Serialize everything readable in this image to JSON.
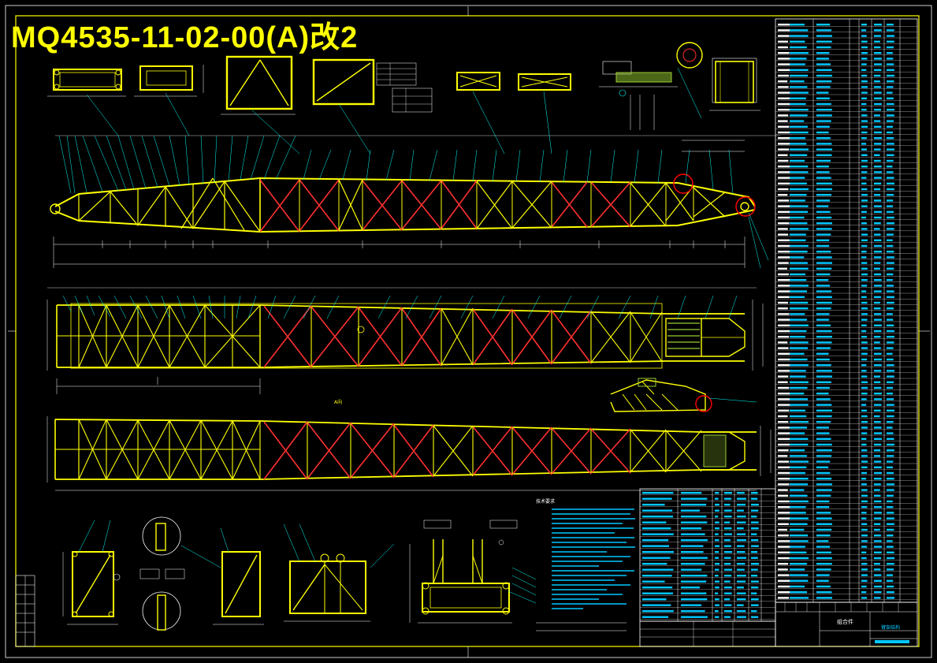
{
  "drawing": {
    "title": "MQ4535-11-02-00(A)改2",
    "title_block": {
      "name_label": "组合件",
      "drawing_name": "臂架结构"
    },
    "view_label": "A向",
    "tech_req_label": "技术要求"
  },
  "colors": {
    "background": "#000000",
    "frame": "#ffff00",
    "structure": "#ffff00",
    "cross_brace": "#ff3030",
    "leader": "#00ffff",
    "dimension": "#ffffff",
    "table_fill": "#00c8ff",
    "highlight": "#ff0000",
    "fill_green": "#9acd32"
  }
}
